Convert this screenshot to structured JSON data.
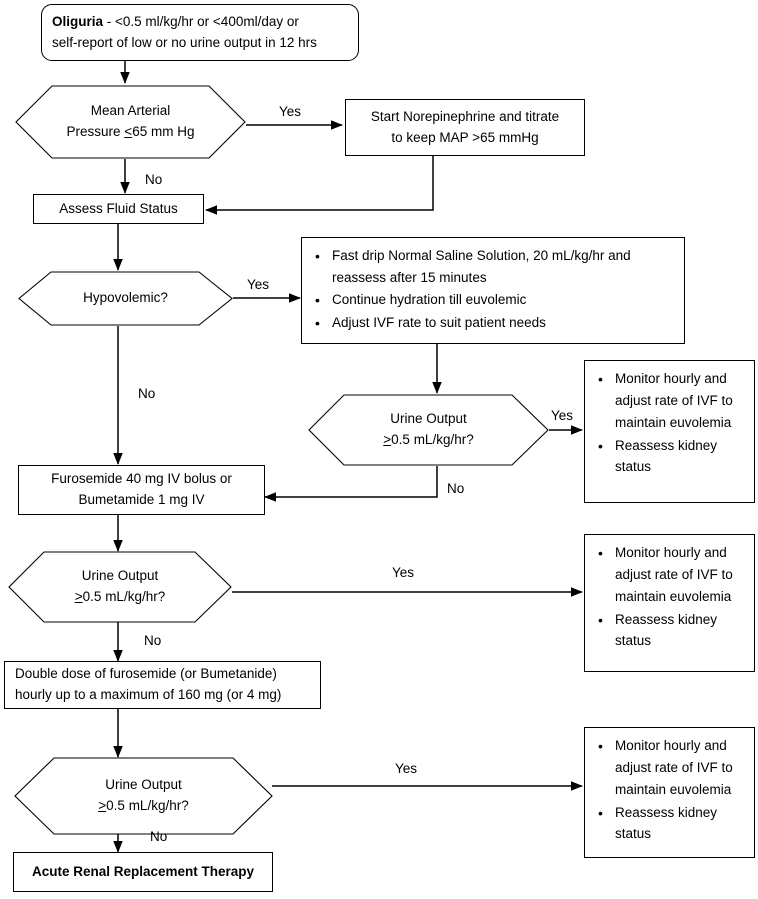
{
  "diagram": {
    "title": "Oliguria management algorithm",
    "nodes": {
      "oliguria": {
        "lead": "Oliguria",
        "line1_rest": "  -  <0.5 ml/kg/hr or <400ml/day or",
        "line2": "self-report of low or no urine output in 12 hrs"
      },
      "map_decision": {
        "line1": "Mean Arterial",
        "line2_pre": "Pressure ",
        "line2_sym": "<",
        "line2_post": "65 mm Hg"
      },
      "norepinephrine": {
        "line1": "Start Norepinephrine and titrate",
        "line2": "to keep MAP >65 mmHg"
      },
      "assess_fluid": {
        "label": "Assess Fluid Status"
      },
      "hypovolemic": {
        "label": "Hypovolemic?"
      },
      "fluid_orders": {
        "items": [
          "Fast drip Normal Saline Solution, 20 mL/kg/hr and reassess after 15 minutes",
          "Continue hydration till euvolemic",
          "Adjust IVF rate to suit patient needs"
        ]
      },
      "urine_output_1": {
        "line1": "Urine Output",
        "line2_sym": ">",
        "line2_post": "0.5  mL/kg/hr?"
      },
      "monitor_1": {
        "items": [
          "Monitor  hourly and adjust rate of IVF to maintain euvolemia",
          "Reassess kidney status"
        ]
      },
      "furosemide": {
        "line1": "Furosemide 40 mg IV bolus or",
        "line2": "Bumetamide 1 mg IV"
      },
      "urine_output_2": {
        "line1": "Urine Output",
        "line2_sym": ">",
        "line2_post": "0.5  mL/kg/hr?"
      },
      "monitor_2": {
        "items": [
          "Monitor  hourly and adjust rate of IVF to maintain euvolemia",
          "Reassess kidney status"
        ]
      },
      "double_dose": {
        "line1": "Double dose of furosemide (or Bumetanide)",
        "line2": "hourly up to a maximum of 160 mg (or 4 mg)"
      },
      "urine_output_3": {
        "line1": "Urine Output",
        "line2_sym": ">",
        "line2_post": "0.5 mL/kg/hr?"
      },
      "monitor_3": {
        "items": [
          "Monitor  hourly and adjust rate of IVF to maintain euvolemia",
          "Reassess kidney status"
        ]
      },
      "arrt": {
        "label": "Acute Renal Replacement Therapy"
      }
    },
    "edge_labels": {
      "map_yes": "Yes",
      "map_no": "No",
      "hypo_yes": "Yes",
      "hypo_no": "No",
      "uo1_yes": "Yes",
      "uo1_no": "No",
      "uo2_yes": "Yes",
      "uo2_no": "No",
      "uo3_yes": "Yes",
      "uo3_no": "No"
    },
    "bullet_glyph": "•",
    "colors": {
      "line": "#000000",
      "background": "#ffffff",
      "text": "#000000"
    }
  }
}
